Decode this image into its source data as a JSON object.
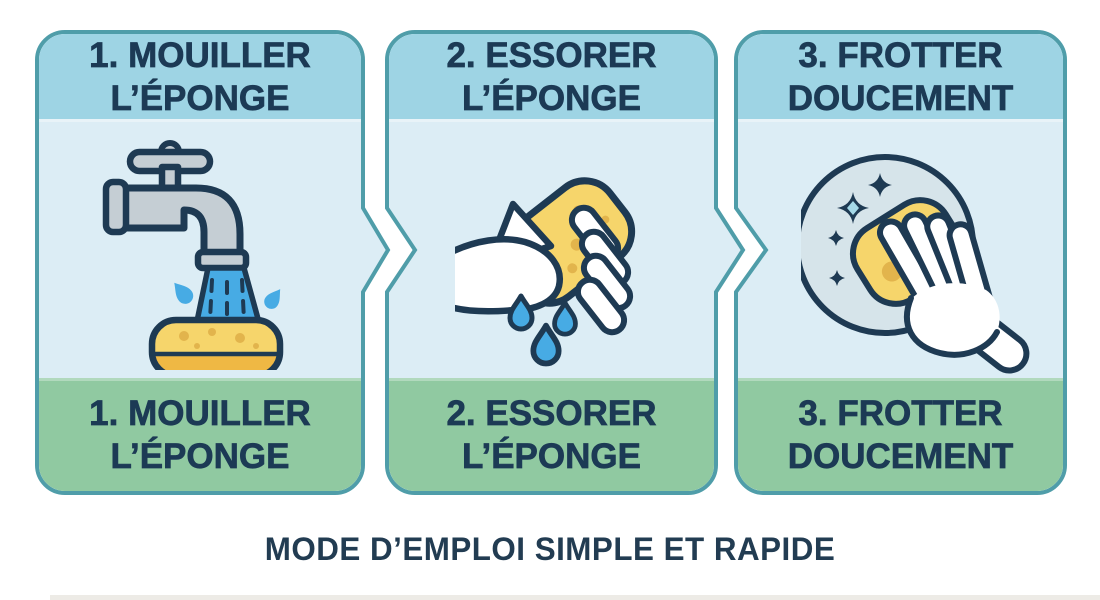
{
  "steps": [
    {
      "title_line1": "1. MOUILLER",
      "title_line2": "L’ÉPONGE",
      "icon": "faucet-wet-sponge-icon"
    },
    {
      "title_line1": "2. ESSORER",
      "title_line2": "L’ÉPONGE",
      "icon": "hand-wringing-sponge-icon"
    },
    {
      "title_line1": "3. FROTTER",
      "title_line2": "DOUCEMENT",
      "icon": "hand-scrubbing-plate-icon"
    }
  ],
  "caption": "MODE D’EMPLOI SIMPLE ET RAPIDE",
  "colors": {
    "header_blue": "#9ed4e4",
    "body_blue": "#dcedf5",
    "footer_green": "#90c9a1",
    "border_teal": "#4f9da9",
    "text_navy": "#1c3a55",
    "caption_navy": "#223c52",
    "outline_navy": "#1e3a53",
    "faucet_gray": "#c5ced4",
    "water_blue": "#47abe4",
    "sponge_yellow": "#f6d56b",
    "sponge_dark": "#efb844",
    "sponge_dot": "#e2b44c",
    "plate_blue": "#d6e4ea",
    "sparkle_cyan": "#a5d9e8",
    "hand_white": "#ffffff"
  }
}
